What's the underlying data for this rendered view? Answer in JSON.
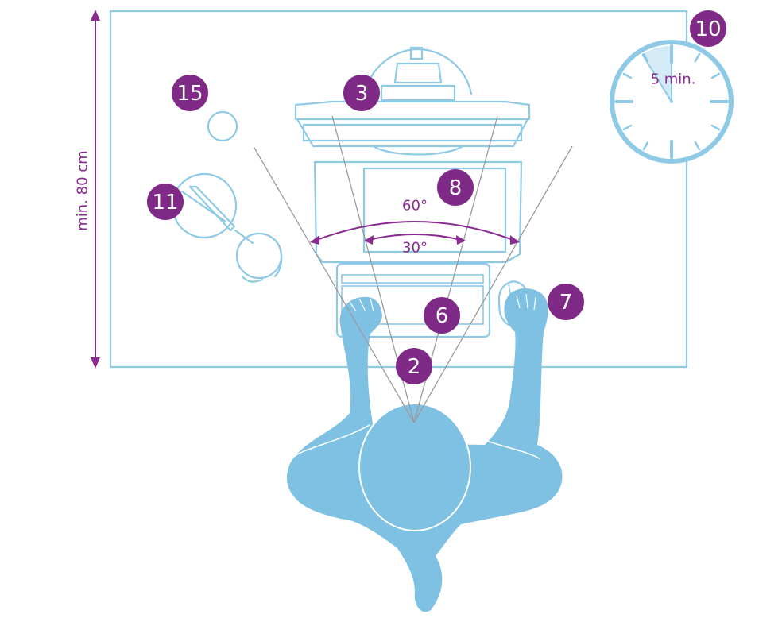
{
  "colors": {
    "line": "#8ecae6",
    "figure": "#7fc1e2",
    "badge": "#7e2a86",
    "annotation": "#8a2b92",
    "sightline": "#9a9a9a"
  },
  "labels": {
    "desk_depth": "min. 80 cm",
    "clock_text": "5 min.",
    "angle_wide": "60°",
    "angle_narrow": "30°"
  },
  "badges": {
    "b15": "15",
    "b3": "3",
    "b10": "10",
    "b11": "11",
    "b8": "8",
    "b7": "7",
    "b6": "6",
    "b2": "2"
  }
}
